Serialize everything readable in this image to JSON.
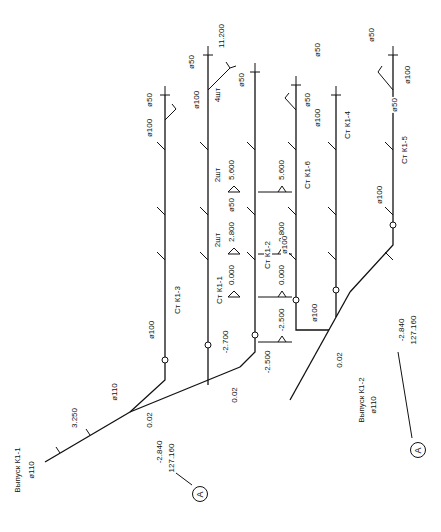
{
  "diagram": {
    "nodes": [
      {
        "text": [
          "А"
        ]
      },
      {
        "text": [
          "А"
        ]
      }
    ],
    "labels": [
      "11.200",
      "ø50",
      "ø50",
      "ø100",
      "4шт",
      "ø50",
      "ø100",
      "5.600",
      "5.600",
      "2шт",
      "2.800",
      "2.800",
      "2шт",
      "ø50",
      "Ст К1-1",
      "Ст К1-2",
      "Ст К1-3",
      "0.000",
      "0.000",
      "-2.500",
      "-2.500",
      "-2.700",
      "0.02",
      "0.02",
      "ø100",
      "ø110",
      "3.250",
      "-2.840",
      "127.160",
      "Выпуск К1-1",
      "ø110",
      "ø50",
      "ø50",
      "ø100",
      "ø50",
      "ø100",
      "ø100",
      "Ст К1-4",
      "Ст К1-5",
      "Ст К1-6",
      "ø100",
      "ø100",
      "0.02",
      "-2.840",
      "127.160",
      "Выпуск К1-2",
      "ø110",
      "ø50"
    ]
  }
}
